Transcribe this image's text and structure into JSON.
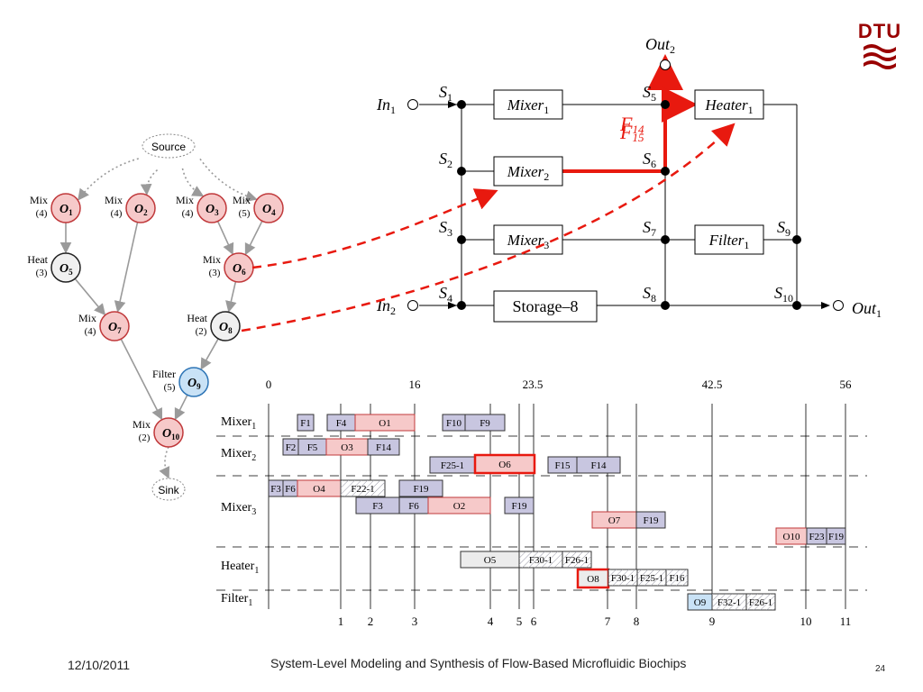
{
  "logo": {
    "text": "DTU",
    "color": "#990000"
  },
  "graph": {
    "source": "Source",
    "sink": "Sink",
    "nodes": [
      {
        "id": "O1",
        "base": "O",
        "sub": "1",
        "op": "Mix",
        "dur": "(4)",
        "kind": "mix"
      },
      {
        "id": "O2",
        "base": "O",
        "sub": "2",
        "op": "Mix",
        "dur": "(4)",
        "kind": "mix"
      },
      {
        "id": "O3",
        "base": "O",
        "sub": "3",
        "op": "Mix",
        "dur": "(4)",
        "kind": "mix"
      },
      {
        "id": "O4",
        "base": "O",
        "sub": "4",
        "op": "Mix",
        "dur": "(5)",
        "kind": "mix"
      },
      {
        "id": "O5",
        "base": "O",
        "sub": "5",
        "op": "Heat",
        "dur": "(3)",
        "kind": "heat"
      },
      {
        "id": "O6",
        "base": "O",
        "sub": "6",
        "op": "Mix",
        "dur": "(3)",
        "kind": "mix"
      },
      {
        "id": "O7",
        "base": "O",
        "sub": "7",
        "op": "Mix",
        "dur": "(4)",
        "kind": "mix"
      },
      {
        "id": "O8",
        "base": "O",
        "sub": "8",
        "op": "Heat",
        "dur": "(2)",
        "kind": "heat"
      },
      {
        "id": "O9",
        "base": "O",
        "sub": "9",
        "op": "Filter",
        "dur": "(5)",
        "kind": "filter"
      },
      {
        "id": "O10",
        "base": "O",
        "sub": "10",
        "op": "Mix",
        "dur": "(2)",
        "kind": "mix"
      }
    ]
  },
  "architecture": {
    "components": [
      {
        "id": "mixer1",
        "base": "Mixer",
        "sub": "1"
      },
      {
        "id": "mixer2",
        "base": "Mixer",
        "sub": "2"
      },
      {
        "id": "mixer3",
        "base": "Mixer",
        "sub": "3"
      },
      {
        "id": "storage",
        "base": "Storage–8",
        "sub": ""
      },
      {
        "id": "heater1",
        "base": "Heater",
        "sub": "1"
      },
      {
        "id": "filter1",
        "base": "Filter",
        "sub": "1"
      }
    ],
    "switches": [
      {
        "id": "S1",
        "base": "S",
        "sub": "1"
      },
      {
        "id": "S2",
        "base": "S",
        "sub": "2"
      },
      {
        "id": "S3",
        "base": "S",
        "sub": "3"
      },
      {
        "id": "S4",
        "base": "S",
        "sub": "4"
      },
      {
        "id": "S5",
        "base": "S",
        "sub": "5"
      },
      {
        "id": "S6",
        "base": "S",
        "sub": "6"
      },
      {
        "id": "S7",
        "base": "S",
        "sub": "7"
      },
      {
        "id": "S8",
        "base": "S",
        "sub": "8"
      },
      {
        "id": "S9",
        "base": "S",
        "sub": "9"
      },
      {
        "id": "S10",
        "base": "S",
        "sub": "10"
      }
    ],
    "ports": [
      {
        "id": "in1",
        "base": "In",
        "sub": "1"
      },
      {
        "id": "in2",
        "base": "In",
        "sub": "2"
      },
      {
        "id": "out1",
        "base": "Out",
        "sub": "1"
      },
      {
        "id": "out2",
        "base": "Out",
        "sub": "2"
      }
    ],
    "flows": [
      {
        "id": "F14",
        "base": "F",
        "sub": "14"
      },
      {
        "id": "F15",
        "base": "F",
        "sub": "15"
      }
    ]
  },
  "schedule": {
    "time_ticks": [
      "0",
      "16",
      "23.5",
      "42.5",
      "56"
    ],
    "step_ticks": [
      "1",
      "2",
      "3",
      "4",
      "5",
      "6",
      "7",
      "8",
      "9",
      "10",
      "11"
    ],
    "rows": [
      {
        "base": "Mixer",
        "sub": "1"
      },
      {
        "base": "Mixer",
        "sub": "2"
      },
      {
        "base": "Mixer",
        "sub": "3"
      },
      {
        "base": "Heater",
        "sub": "1"
      },
      {
        "base": "Filter",
        "sub": "1"
      }
    ],
    "tasks": [
      {
        "label": "F1",
        "kind": "flow"
      },
      {
        "label": "F4",
        "kind": "flow"
      },
      {
        "label": "O1",
        "kind": "op"
      },
      {
        "label": "F10",
        "kind": "flow"
      },
      {
        "label": "F9",
        "kind": "flow"
      },
      {
        "label": "F2",
        "kind": "flow"
      },
      {
        "label": "F5",
        "kind": "flow"
      },
      {
        "label": "O3",
        "kind": "op"
      },
      {
        "label": "F14",
        "kind": "flow"
      },
      {
        "label": "F25-1",
        "kind": "flow"
      },
      {
        "label": "O6",
        "kind": "op-hl"
      },
      {
        "label": "F15",
        "kind": "flow"
      },
      {
        "label": "F14",
        "kind": "flow"
      },
      {
        "label": "F3",
        "kind": "flow"
      },
      {
        "label": "F6",
        "kind": "flow"
      },
      {
        "label": "O4",
        "kind": "op"
      },
      {
        "label": "F22-1",
        "kind": "hatch"
      },
      {
        "label": "F19",
        "kind": "flow"
      },
      {
        "label": "F3",
        "kind": "flow"
      },
      {
        "label": "F6",
        "kind": "flow"
      },
      {
        "label": "O2",
        "kind": "op"
      },
      {
        "label": "F19",
        "kind": "flow"
      },
      {
        "label": "O7",
        "kind": "op"
      },
      {
        "label": "F19",
        "kind": "flow"
      },
      {
        "label": "O10",
        "kind": "op"
      },
      {
        "label": "F23",
        "kind": "flow"
      },
      {
        "label": "F19",
        "kind": "flow"
      },
      {
        "label": "O5",
        "kind": "gray"
      },
      {
        "label": "F30-1",
        "kind": "hatch"
      },
      {
        "label": "F26-1",
        "kind": "hatch"
      },
      {
        "label": "O8",
        "kind": "gray-hl"
      },
      {
        "label": "F30-1",
        "kind": "hatch"
      },
      {
        "label": "F25-1",
        "kind": "hatch"
      },
      {
        "label": "F16",
        "kind": "hatch"
      },
      {
        "label": "O9",
        "kind": "blue"
      },
      {
        "label": "F32-1",
        "kind": "hatch"
      },
      {
        "label": "F26-1",
        "kind": "hatch"
      }
    ]
  },
  "footer": {
    "date": "12/10/2011",
    "title": "System-Level Modeling and Synthesis of Flow-Based Microfluidic Biochips",
    "page": "24"
  },
  "colors": {
    "mix_fill": "#f6c9c9",
    "mix_stroke": "#c0393b",
    "heat_fill": "#f0f0f0",
    "filter_fill": "#c9e2f6",
    "filter_stroke": "#2e75b6",
    "flow_fill": "#c8c6e0",
    "highlight": "#e8190f",
    "logo": "#990000"
  }
}
